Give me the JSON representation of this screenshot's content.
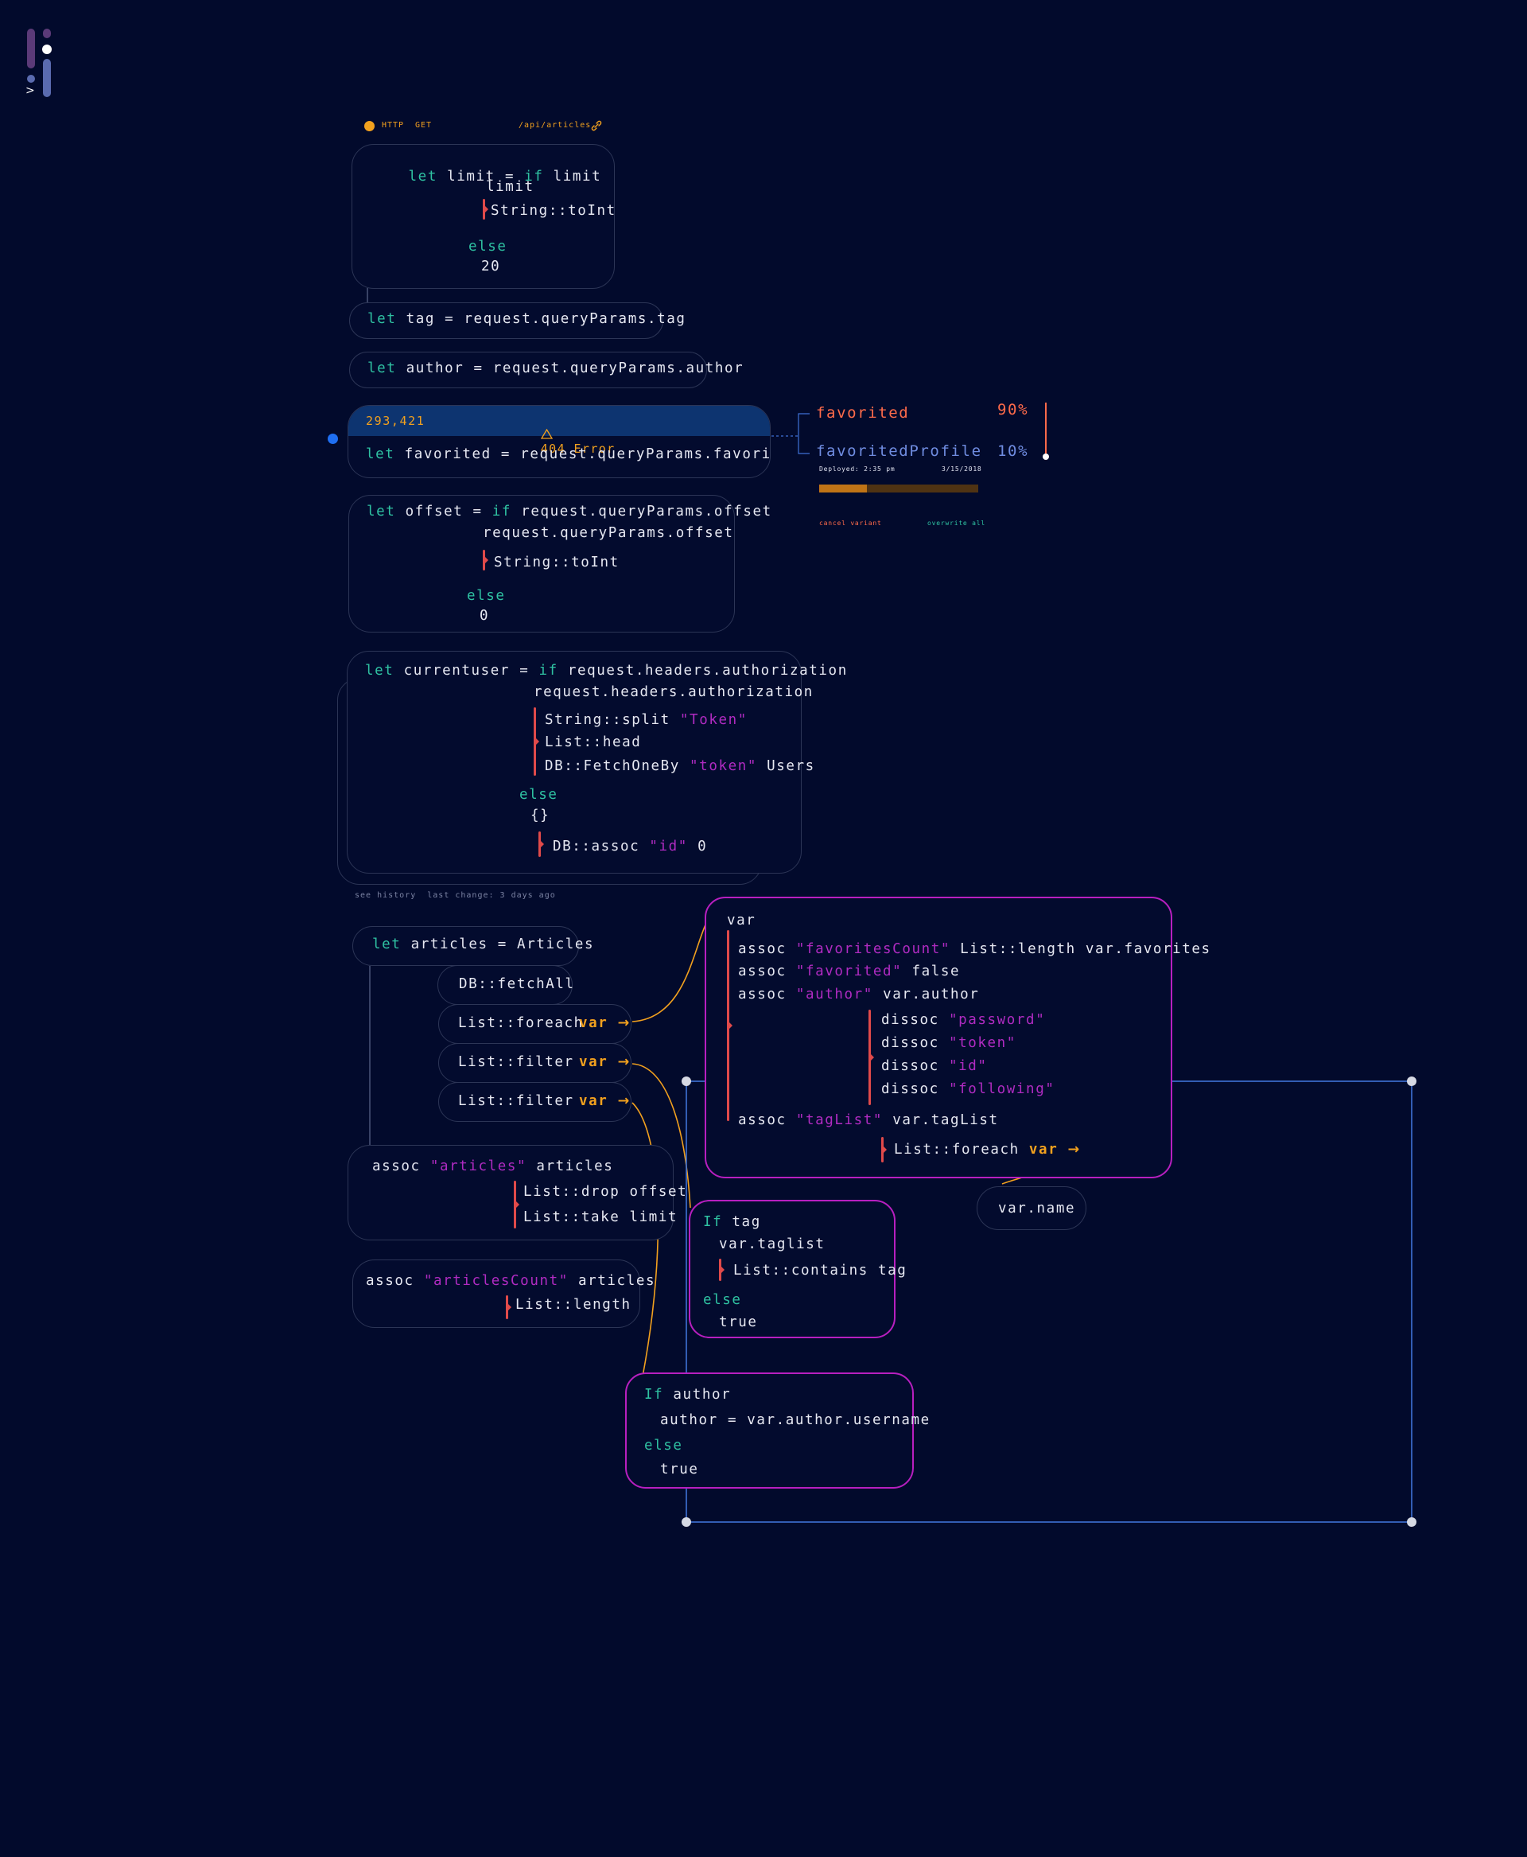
{
  "header": {
    "http_label": "HTTP",
    "method": "GET",
    "route": "/api/articles"
  },
  "limit_block": {
    "kw_let": "let",
    "name": "limit",
    "eq": "=",
    "kw_if": "if",
    "cond": "limit",
    "then_value": "limit",
    "pipe_fn": "String::toInt",
    "kw_else": "else",
    "else_value": "20"
  },
  "tag_block": {
    "kw_let": "let",
    "rest": "tag = request.queryParams.tag"
  },
  "author_block": {
    "kw_let": "let",
    "rest": "author = request.queryParams.author"
  },
  "favorited_block": {
    "live_value": "293,421",
    "error_label": "404 Error",
    "kw_let": "let",
    "rest": "favorited = request.queryParams.favorited"
  },
  "feature_flag": {
    "variant_a_name": "favorited",
    "variant_a_pct": "90%",
    "variant_b_name": "favoritedProfile",
    "variant_b_pct": "10%",
    "deployed_label": "Deployed: 2:35 pm",
    "deployed_date": "3/15/2018",
    "rollout_fraction": 0.3,
    "cancel_label": "cancel variant",
    "overwrite_label": "overwrite all"
  },
  "offset_block": {
    "kw_let": "let",
    "head": "offset = ",
    "kw_if": "if",
    "cond": "request.queryParams.offset",
    "then_value": "request.queryParams.offset",
    "pipe_fn": "String::toInt",
    "kw_else": "else",
    "else_value": "0"
  },
  "currentuser_block": {
    "kw_let": "let",
    "head": "currentuser = ",
    "kw_if": "if",
    "cond": "request.headers.authorization",
    "then_value": "request.headers.authorization",
    "pipe1_fn": "String::split",
    "pipe1_arg": "\"Token\"",
    "pipe2_fn": "List::head",
    "pipe3_fn": "DB::FetchOneBy",
    "pipe3_arg": "\"token\"",
    "pipe3_tail": "Users",
    "kw_else": "else",
    "else_value": "{}",
    "pipe4_fn": "DB::assoc",
    "pipe4_arg": "\"id\"",
    "pipe4_tail": "0",
    "history_text": "see history  last change: 3 days ago"
  },
  "articles_block": {
    "kw_let": "let",
    "rest": "articles = Articles",
    "fetch_all": "DB::fetchAll",
    "foreach_label": "List::foreach",
    "filter1_label": "List::filter",
    "filter2_label": "List::filter",
    "var_label": "var"
  },
  "assoc_articles_block": {
    "fn": "assoc",
    "key": "\"articles\"",
    "arg": "articles",
    "pipe1": "List::drop offset",
    "pipe2": "List::take limit"
  },
  "assoc_count_block": {
    "fn": "assoc",
    "key": "\"articlesCount\"",
    "arg": "articles",
    "pipe1": "List::length"
  },
  "var_block": {
    "head": "var",
    "assoc": "assoc",
    "k1": "\"favoritesCount\"",
    "v1": "List::length var.favorites",
    "k2": "\"favorited\"",
    "v2": "false",
    "k3": "\"author\"",
    "v3": "var.author",
    "dissoc": "dissoc",
    "d1": "\"password\"",
    "d2": "\"token\"",
    "d3": "\"id\"",
    "d4": "\"following\"",
    "k4": "\"tagList\"",
    "v4": "var.tagList",
    "pipe_foreach": "List::foreach",
    "var_label": "var"
  },
  "var_name_block": {
    "text": "var.name"
  },
  "if_tag_block": {
    "kw_if": "If",
    "cond": "tag",
    "then_value": "var.taglist",
    "pipe_fn": "List::contains tag",
    "kw_else": "else",
    "else_value": "true"
  },
  "if_author_block": {
    "kw_if": "If",
    "cond": "author",
    "then_value": "author = var.author.username",
    "kw_else": "else",
    "else_value": "true"
  },
  "colors": {
    "background": "#020a2c",
    "keyword": "#2fc2a2",
    "string": "#b02bc2",
    "var_accent": "#f2a11e",
    "pipe": "#e04a4a",
    "lambda_border": "#b81fc0",
    "selection": "#3f72d6"
  }
}
